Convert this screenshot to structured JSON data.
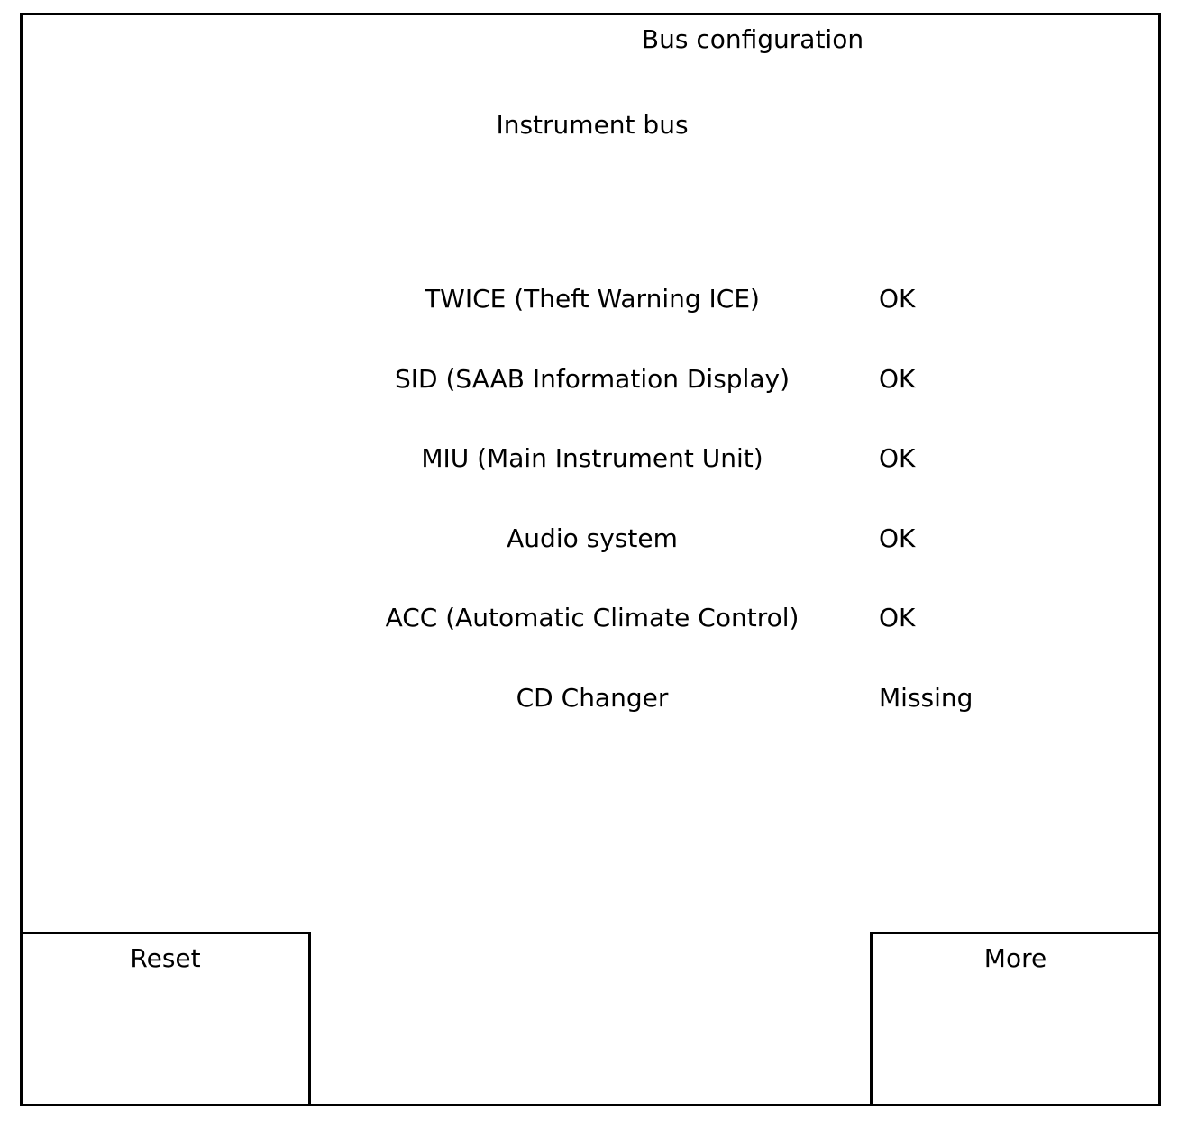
{
  "screen": {
    "title": "Bus configuration",
    "subtitle": "Instrument bus"
  },
  "modules": [
    {
      "label": "TWICE (Theft Warning ICE)",
      "status": "OK"
    },
    {
      "label": "SID (SAAB Information Display)",
      "status": "OK"
    },
    {
      "label": "MIU (Main Instrument Unit)",
      "status": "OK"
    },
    {
      "label": "Audio system",
      "status": "OK"
    },
    {
      "label": "ACC (Automatic Climate Control)",
      "status": "OK"
    },
    {
      "label": "CD Changer",
      "status": "Missing"
    }
  ],
  "buttons": {
    "reset_label": "Reset",
    "more_label": "More"
  },
  "colors": {
    "foreground": "#000000",
    "background": "#ffffff"
  }
}
